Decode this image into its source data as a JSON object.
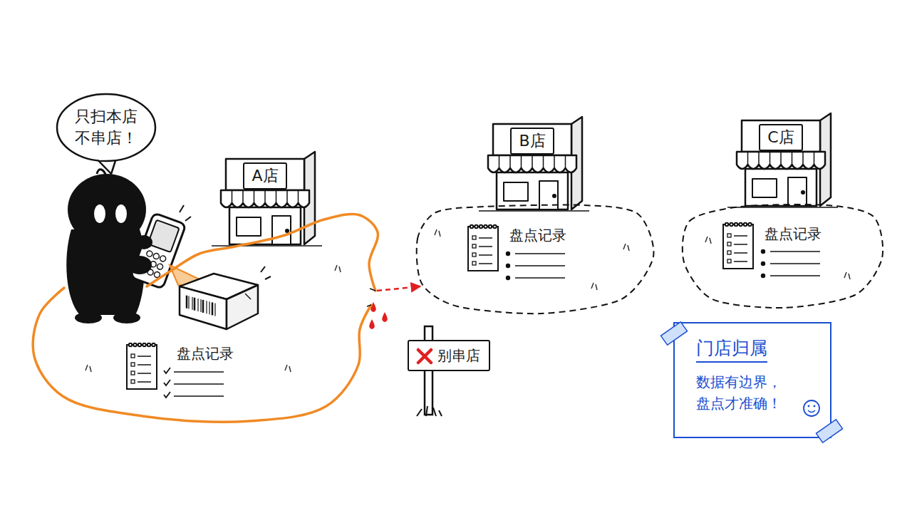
{
  "diagram": {
    "nodes": [
      {
        "text": [
          "只扫本店 不串店！"
        ]
      },
      {
        "text": [
          "A店"
        ]
      },
      {
        "text": [
          "盘点记录"
        ]
      },
      {
        "text": [
          "B店"
        ]
      },
      {
        "text": [
          "盘点记录"
        ]
      },
      {
        "text": [
          "C店"
        ]
      },
      {
        "text": [
          "盘点记录"
        ]
      },
      {
        "text": [
          "别串店"
        ]
      },
      {
        "text": [
          "门店归属",
          "数据有边界， 盘点才准确！"
        ]
      }
    ],
    "edges": [
      {
        "from": 2,
        "to": 4,
        "arrow": "to"
      }
    ]
  }
}
